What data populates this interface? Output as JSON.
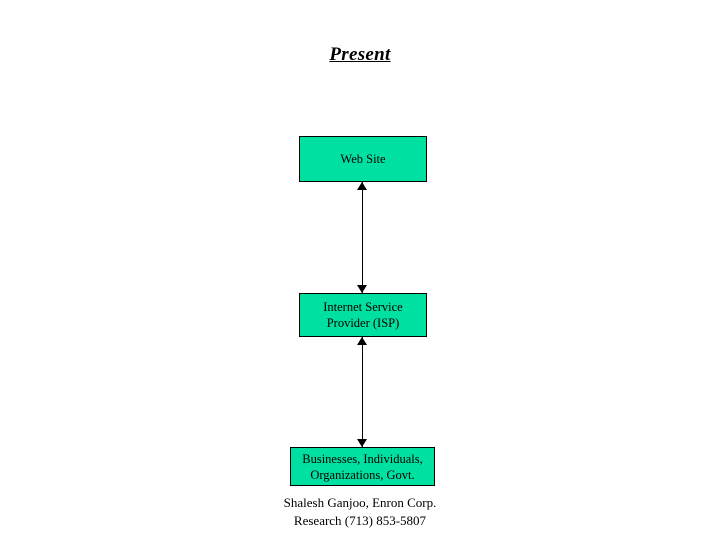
{
  "slide": {
    "title": "Present",
    "boxes": [
      {
        "id": "website",
        "label": "Web Site"
      },
      {
        "id": "isp",
        "label": "Internet Service\nProvider (ISP)"
      },
      {
        "id": "users",
        "label": "Businesses, Individuals,\nOrganizations, Govt."
      }
    ],
    "credit": {
      "line1": "Shalesh Ganjoo, Enron Corp.",
      "line2": "Research (713) 853-5807"
    },
    "colors": {
      "box_fill": "#00e0a0",
      "box_border": "#000000",
      "background": "#ffffff",
      "text": "#000000"
    }
  }
}
